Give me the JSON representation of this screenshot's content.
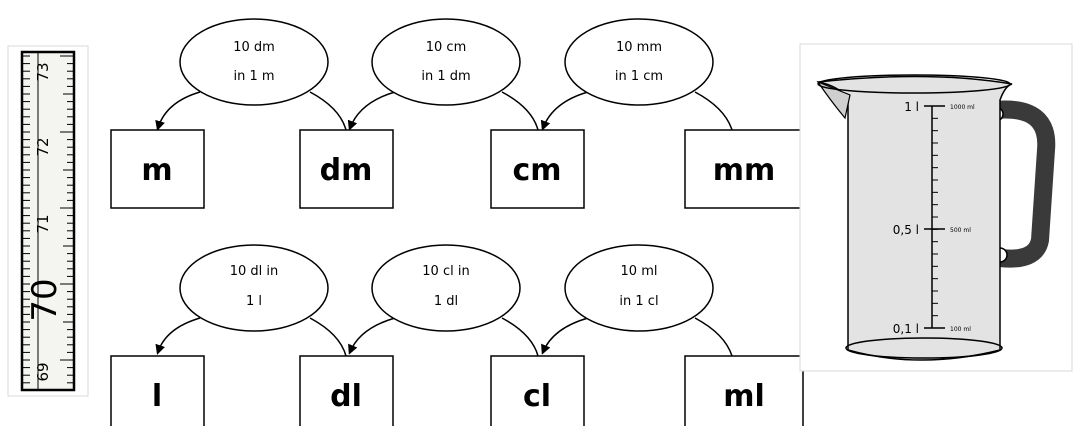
{
  "length": {
    "units": [
      "m",
      "dm",
      "cm",
      "mm"
    ],
    "conversions": [
      {
        "line1": "10 dm",
        "line2": "in 1 m"
      },
      {
        "line1": "10 cm",
        "line2": "in 1 dm"
      },
      {
        "line1": "10 mm",
        "line2": "in 1 cm"
      }
    ]
  },
  "volume": {
    "units": [
      "l",
      "dl",
      "cl",
      "ml"
    ],
    "conversions": [
      {
        "line1": "10 dl  in",
        "line2": "1 l"
      },
      {
        "line1": "10 cl  in",
        "line2": "1 dl"
      },
      {
        "line1": "10 ml",
        "line2": "in 1 cl"
      }
    ]
  },
  "ruler": {
    "labels": [
      "73",
      "72",
      "71",
      "70",
      "69"
    ]
  },
  "jug": {
    "marks": [
      {
        "left": "1 l",
        "right": "1000 ml"
      },
      {
        "left": "0,5 l",
        "right": "500 ml"
      },
      {
        "left": "0,1 l",
        "right": "100 ml"
      }
    ]
  },
  "colors": {
    "line": "#000000",
    "ruler_bg": "#f4f4f0",
    "jug_handle": "#3a3a3a"
  }
}
